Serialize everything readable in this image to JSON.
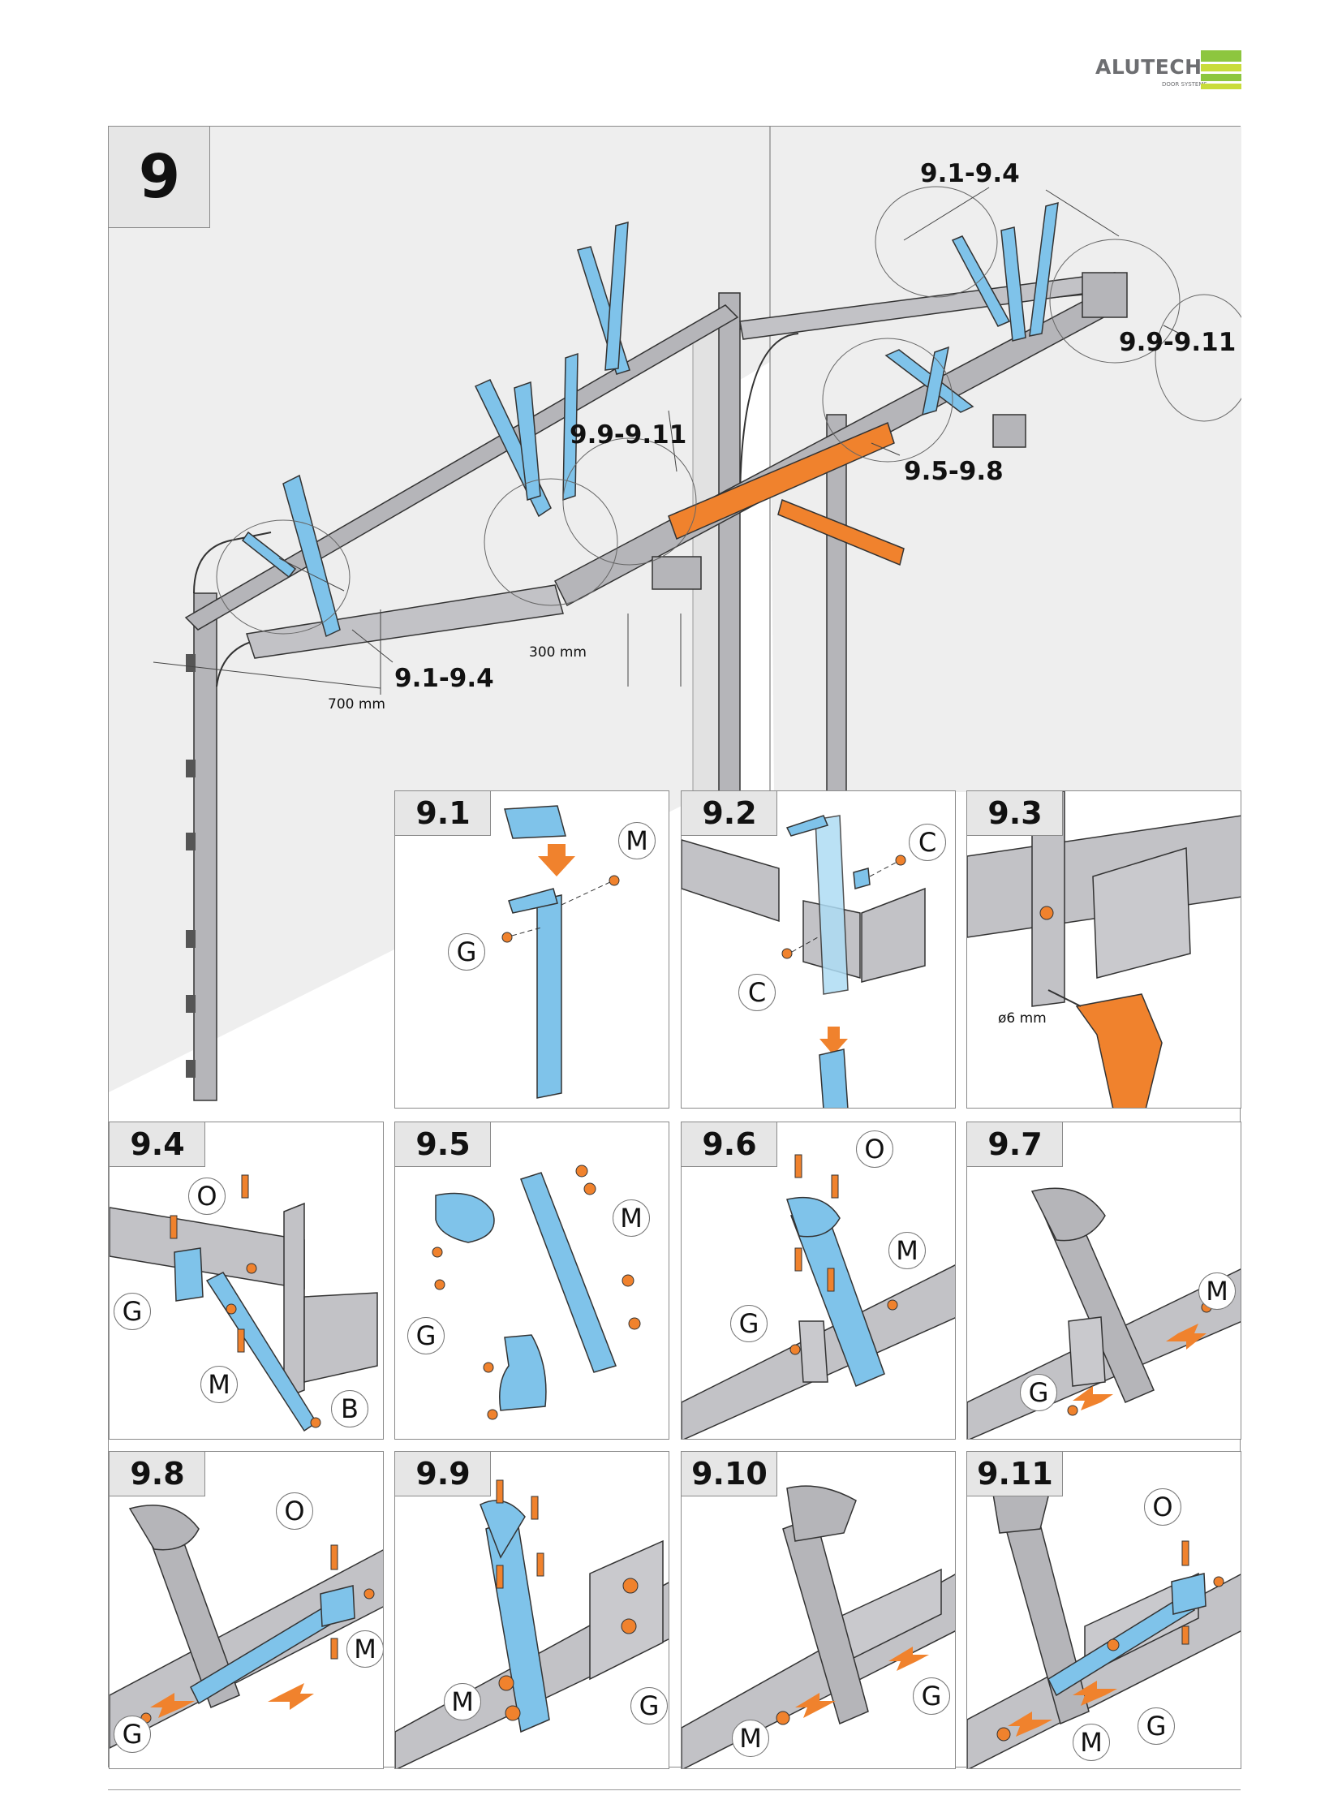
{
  "brand": {
    "name": "ALUTECH",
    "sub": "DOOR SYSTEMS",
    "colors": {
      "green": "#8dc63f",
      "lime": "#c9dc3b",
      "grey": "#6d6e71"
    }
  },
  "step": {
    "number": "9"
  },
  "main": {
    "callouts": {
      "c1": "9.1-9.4",
      "c2": "9.9-9.11",
      "c3": "9.5-9.8",
      "c4": "9.9-9.11",
      "c5": "9.1-9.4"
    },
    "dims": {
      "d1": "300 mm",
      "d2": "700 mm"
    }
  },
  "panels": [
    {
      "label": "9.1",
      "letters": [
        "M",
        "G"
      ]
    },
    {
      "label": "9.2",
      "letters": [
        "C",
        "C"
      ]
    },
    {
      "label": "9.3",
      "dim": "ø6 mm"
    },
    {
      "label": "9.4",
      "letters": [
        "O",
        "G",
        "M",
        "B"
      ]
    },
    {
      "label": "9.5",
      "letters": [
        "M",
        "G"
      ]
    },
    {
      "label": "9.6",
      "letters": [
        "O",
        "M",
        "G"
      ]
    },
    {
      "label": "9.7",
      "letters": [
        "M",
        "G"
      ]
    },
    {
      "label": "9.8",
      "letters": [
        "O",
        "M",
        "G"
      ]
    },
    {
      "label": "9.9",
      "letters": [
        "M",
        "G"
      ]
    },
    {
      "label": "9.10",
      "letters": [
        "G",
        "M"
      ]
    },
    {
      "label": "9.11",
      "letters": [
        "O",
        "G",
        "M"
      ]
    }
  ],
  "colors": {
    "bracket": "#7fc3ea",
    "rail": "#b5b5b9",
    "hardware": "#f0822d",
    "wall": "#eeeeee",
    "outline": "#333333"
  }
}
